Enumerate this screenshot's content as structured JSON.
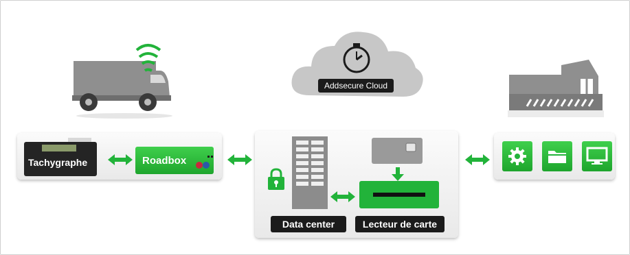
{
  "labels": {
    "cloud": "Addsecure Cloud",
    "tachograph": "Tachygraphe",
    "roadbox": "Roadbox",
    "datacenter": "Data center",
    "cardreader": "Lecteur de carte"
  },
  "icons": [
    "truck-icon",
    "wifi-signal-icon",
    "clock-icon",
    "building-icon",
    "lock-icon",
    "gear-icon",
    "folder-icon",
    "monitor-icon",
    "sim-card-icon"
  ],
  "colors": {
    "accent": "#22b33a",
    "dark": "#1b1b1b",
    "truck": "#8a8a8a"
  }
}
